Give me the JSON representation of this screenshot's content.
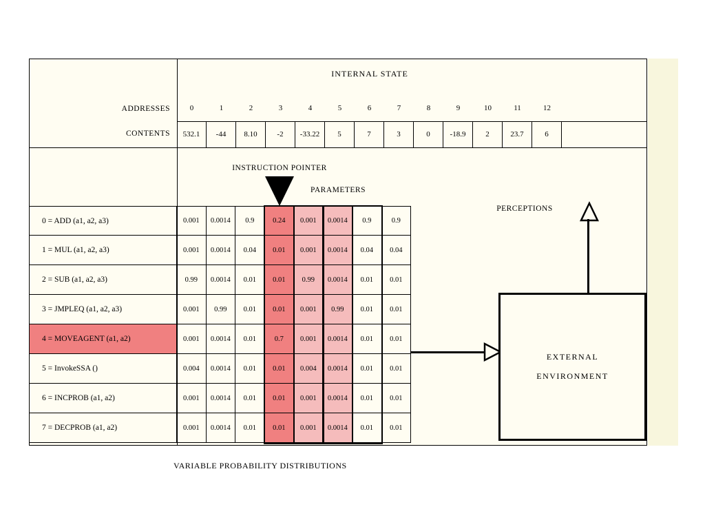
{
  "colors": {
    "page_background": "#ffffff",
    "figure_background": "#fffdf2",
    "edge_tint": "#f8f6dd",
    "highlight_red": "#f08080",
    "highlight_pink": "#f5bcbc"
  },
  "internal_state": {
    "title": "INTERNAL STATE",
    "addresses_label": "ADDRESSES",
    "contents_label": "CONTENTS",
    "addresses": [
      "0",
      "1",
      "2",
      "3",
      "4",
      "5",
      "6",
      "7",
      "8",
      "9",
      "10",
      "11",
      "12"
    ],
    "contents": [
      "532.1",
      "-44",
      "8.10",
      "-2",
      "-33.22",
      "5",
      "7",
      "3",
      "0",
      "-18.9",
      "2",
      "23.7",
      "6"
    ]
  },
  "pointer": {
    "label": "INSTRUCTION POINTER"
  },
  "parameters_label": "PARAMETERS",
  "perceptions_label": "PERCEPTIONS",
  "external_environment": {
    "line1": "EXTERNAL",
    "line2": "ENVIRONMENT"
  },
  "caption": "VARIABLE PROBABILITY DISTRIBUTIONS",
  "probability_matrix": {
    "pointer_column": 3,
    "pink_columns": [
      4,
      5
    ],
    "outlined_columns": [
      3,
      4,
      5,
      6
    ],
    "highlighted_row": 4,
    "rows": [
      {
        "label": "0 = ADD (a1, a2, a3)",
        "values": [
          "0.001",
          "0.0014",
          "0.9",
          "0.24",
          "0.001",
          "0.0014",
          "0.9",
          "0.9"
        ]
      },
      {
        "label": "1 = MUL (a1, a2, a3)",
        "values": [
          "0.001",
          "0.0014",
          "0.04",
          "0.01",
          "0.001",
          "0.0014",
          "0.04",
          "0.04"
        ]
      },
      {
        "label": "2 = SUB (a1, a2, a3)",
        "values": [
          "0.99",
          "0.0014",
          "0.01",
          "0.01",
          "0.99",
          "0.0014",
          "0.01",
          "0.01"
        ]
      },
      {
        "label": "3 = JMPLEQ (a1, a2, a3)",
        "values": [
          "0.001",
          "0.99",
          "0.01",
          "0.01",
          "0.001",
          "0.99",
          "0.01",
          "0.01"
        ]
      },
      {
        "label": "4 = MOVEAGENT (a1, a2)",
        "values": [
          "0.001",
          "0.0014",
          "0.01",
          "0.7",
          "0.001",
          "0.0014",
          "0.01",
          "0.01"
        ]
      },
      {
        "label": "5 = InvokeSSA ()",
        "values": [
          "0.004",
          "0.0014",
          "0.01",
          "0.01",
          "0.004",
          "0.0014",
          "0.01",
          "0.01"
        ]
      },
      {
        "label": "6 = INCPROB (a1, a2)",
        "values": [
          "0.001",
          "0.0014",
          "0.01",
          "0.01",
          "0.001",
          "0.0014",
          "0.01",
          "0.01"
        ]
      },
      {
        "label": "7 = DECPROB (a1, a2)",
        "values": [
          "0.001",
          "0.0014",
          "0.01",
          "0.01",
          "0.001",
          "0.0014",
          "0.01",
          "0.01"
        ]
      }
    ]
  }
}
